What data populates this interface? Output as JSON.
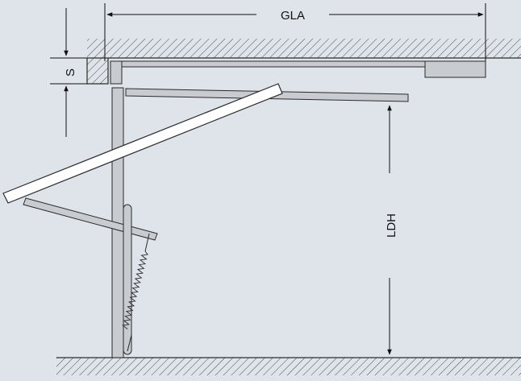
{
  "labels": {
    "gla": "GLA",
    "s": "S",
    "ldh": "LDH"
  },
  "colors": {
    "background": "#dfe4eb",
    "member_fill": "#c8ccd1",
    "panel_fill": "#ffffff",
    "stroke": "#2a2a2a",
    "hatch": "#4a4a4a"
  }
}
